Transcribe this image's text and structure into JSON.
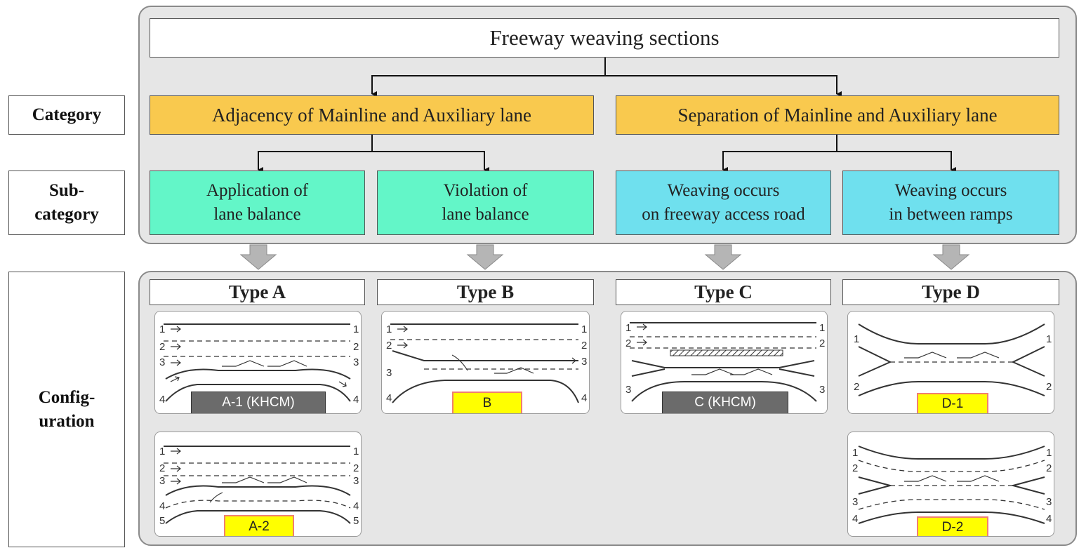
{
  "labels": {
    "category": "Category",
    "subcategory": "Sub-\ncategory",
    "configuration": "Config-\nuration"
  },
  "title": "Freeway weaving sections",
  "categories": [
    "Adjacency of Mainline and Auxiliary lane",
    "Separation of Mainline and Auxiliary lane"
  ],
  "subcategories": [
    "Application of\nlane balance",
    "Violation of\nlane balance",
    "Weaving occurs\non freeway access road",
    "Weaving occurs\nin between ramps"
  ],
  "types": [
    "Type A",
    "Type B",
    "Type C",
    "Type D"
  ],
  "configs": {
    "a1": {
      "tag": "A-1 (KHCM)",
      "lanes_left": [
        "1",
        "2",
        "3",
        "4"
      ],
      "lanes_right": [
        "1",
        "2",
        "3",
        "4"
      ]
    },
    "a2": {
      "tag": "A-2",
      "lanes_left": [
        "1",
        "2",
        "3",
        "4",
        "5"
      ],
      "lanes_right": [
        "1",
        "2",
        "3",
        "4",
        "5"
      ]
    },
    "b": {
      "tag": "B",
      "lanes_left": [
        "1",
        "2",
        "3",
        "4"
      ],
      "lanes_right": [
        "1",
        "2",
        "3",
        "4"
      ]
    },
    "c": {
      "tag": "C (KHCM)",
      "lanes_left": [
        "1",
        "2",
        "3"
      ],
      "lanes_right": [
        "1",
        "2",
        "3"
      ]
    },
    "d1": {
      "tag": "D-1",
      "lanes_left": [
        "1",
        "2"
      ],
      "lanes_right": [
        "1",
        "2"
      ]
    },
    "d2": {
      "tag": "D-2",
      "lanes_left": [
        "1",
        "2",
        "3",
        "4"
      ],
      "lanes_right": [
        "1",
        "2",
        "3",
        "4"
      ]
    }
  },
  "colors": {
    "category": "#f9c94e",
    "sub_green": "#63f6c8",
    "sub_blue": "#6fe0ee",
    "panel": "#e6e6e6",
    "tag_dark": "#6b6b6b",
    "tag_yellow": "#ffff00",
    "arrow_gray": "#b5b5b5"
  }
}
